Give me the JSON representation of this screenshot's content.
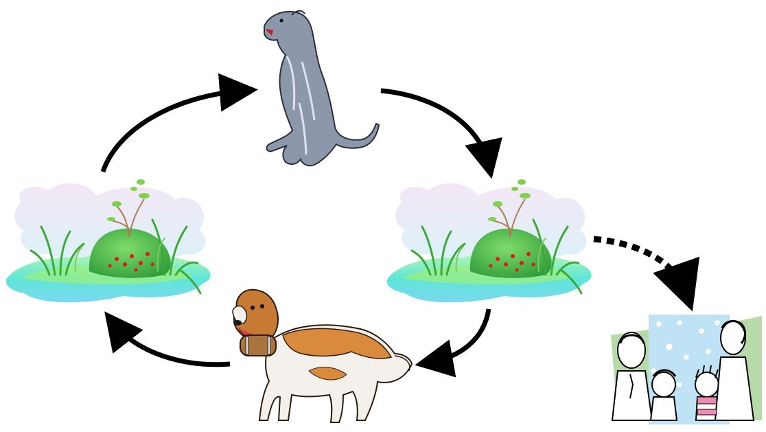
{
  "diagram": {
    "nodes": [
      {
        "id": "greyhound",
        "icon": "greyhound-dog-icon"
      },
      {
        "id": "island-right",
        "icon": "grass-island-icon"
      },
      {
        "id": "saint-bernard",
        "icon": "saint-bernard-dog-icon"
      },
      {
        "id": "island-left",
        "icon": "grass-island-icon"
      },
      {
        "id": "family",
        "icon": "family-illustration-icon"
      }
    ],
    "edges": [
      {
        "from": "island-left",
        "to": "greyhound",
        "style": "solid"
      },
      {
        "from": "greyhound",
        "to": "island-right",
        "style": "solid"
      },
      {
        "from": "island-right",
        "to": "saint-bernard",
        "style": "solid"
      },
      {
        "from": "saint-bernard",
        "to": "island-left",
        "style": "solid"
      },
      {
        "from": "island-right",
        "to": "family",
        "style": "dotted"
      }
    ],
    "colors": {
      "arrow": "#000000",
      "water": "#66e0e6",
      "grass": "#33cc33",
      "greyhound": "#8a96a8",
      "saint_bernard": "#d98a3c",
      "family_bg": "#bfe3f5"
    }
  }
}
